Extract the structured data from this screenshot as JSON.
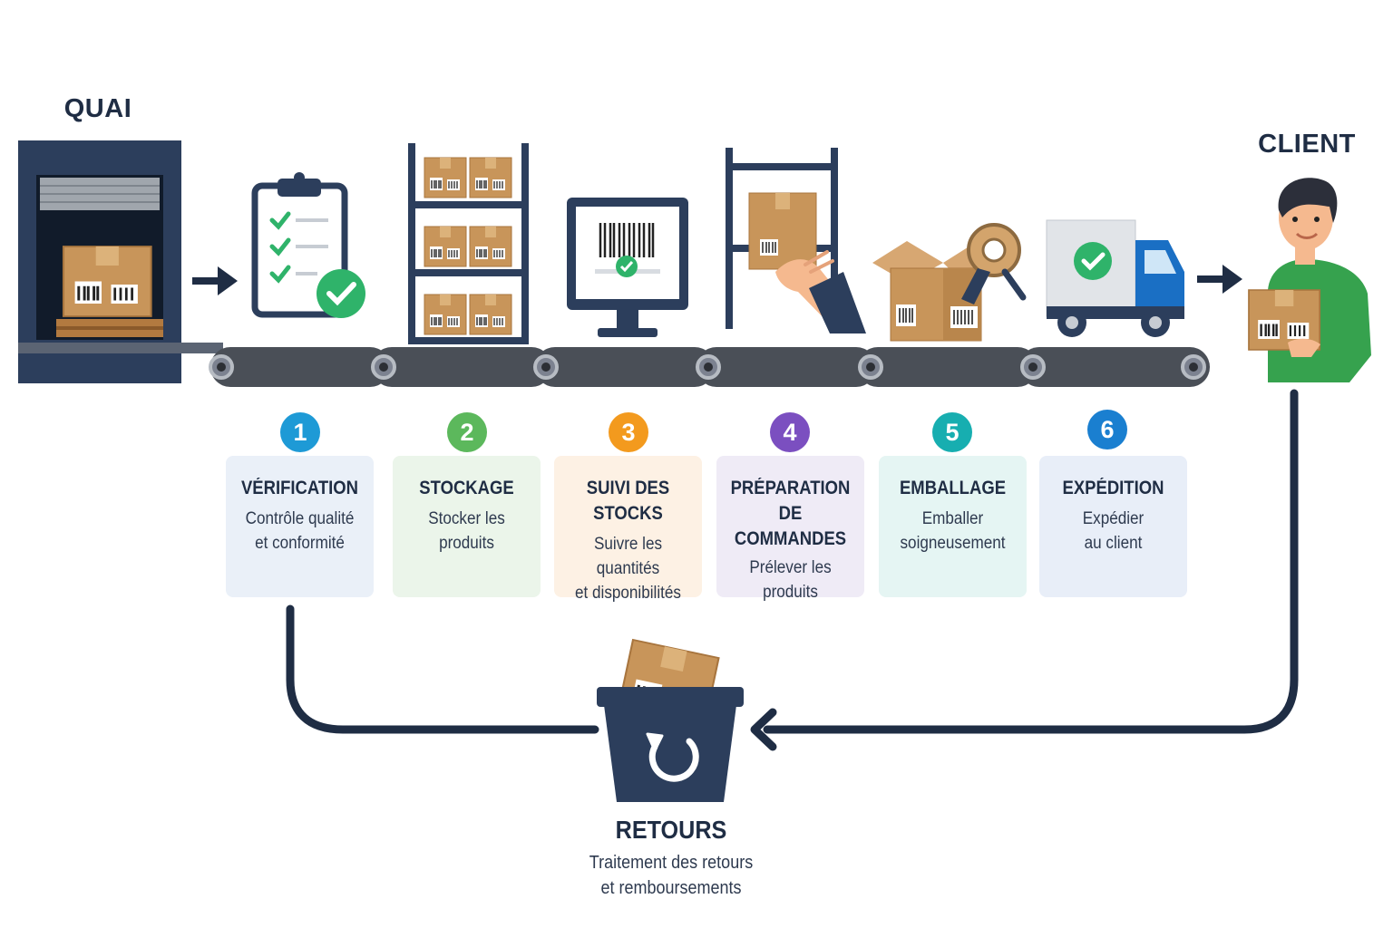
{
  "dock": {
    "label": "QUAI"
  },
  "client": {
    "label": "CLIENT"
  },
  "steps": [
    {
      "number": "1",
      "title": "VÉRIFICATION",
      "description": "Contrôle qualité\net conformité",
      "color": "#1e9ad6",
      "bg": "#eaf0f8"
    },
    {
      "number": "2",
      "title": "STOCKAGE",
      "description": "Stocker les\nproduits",
      "color": "#5cb85c",
      "bg": "#ebf5ea"
    },
    {
      "number": "3",
      "title": "SUIVI DES STOCKS",
      "description": "Suivre les quantités\net disponibilités",
      "color": "#f39a1e",
      "bg": "#fdf1e4"
    },
    {
      "number": "4",
      "title": "PRÉPARATION\nDE COMMANDES",
      "description": "Prélever les\nproduits",
      "color": "#7b4fc0",
      "bg": "#efebf6"
    },
    {
      "number": "5",
      "title": "EMBALLAGE",
      "description": "Emballer\nsoigneusement",
      "color": "#17aeb0",
      "bg": "#e5f5f3"
    },
    {
      "number": "6",
      "title": "EXPÉDITION",
      "description": "Expédier\nau client",
      "color": "#1a7fd0",
      "bg": "#e8eef8"
    }
  ],
  "returns": {
    "title": "RETOURS",
    "description": "Traitement des retours\net remboursements"
  },
  "icons": [
    "loading-dock-icon",
    "clipboard-check-icon",
    "shelving-boxes-icon",
    "barcode-monitor-icon",
    "picking-hand-icon",
    "packing-box-tape-icon",
    "delivery-truck-icon",
    "client-person-icon",
    "returns-bin-icon"
  ],
  "colors": {
    "navy": "#2c3e5c",
    "cardboard": "#c8955a",
    "green": "#2fb36a",
    "belt": "#4a4f57"
  }
}
